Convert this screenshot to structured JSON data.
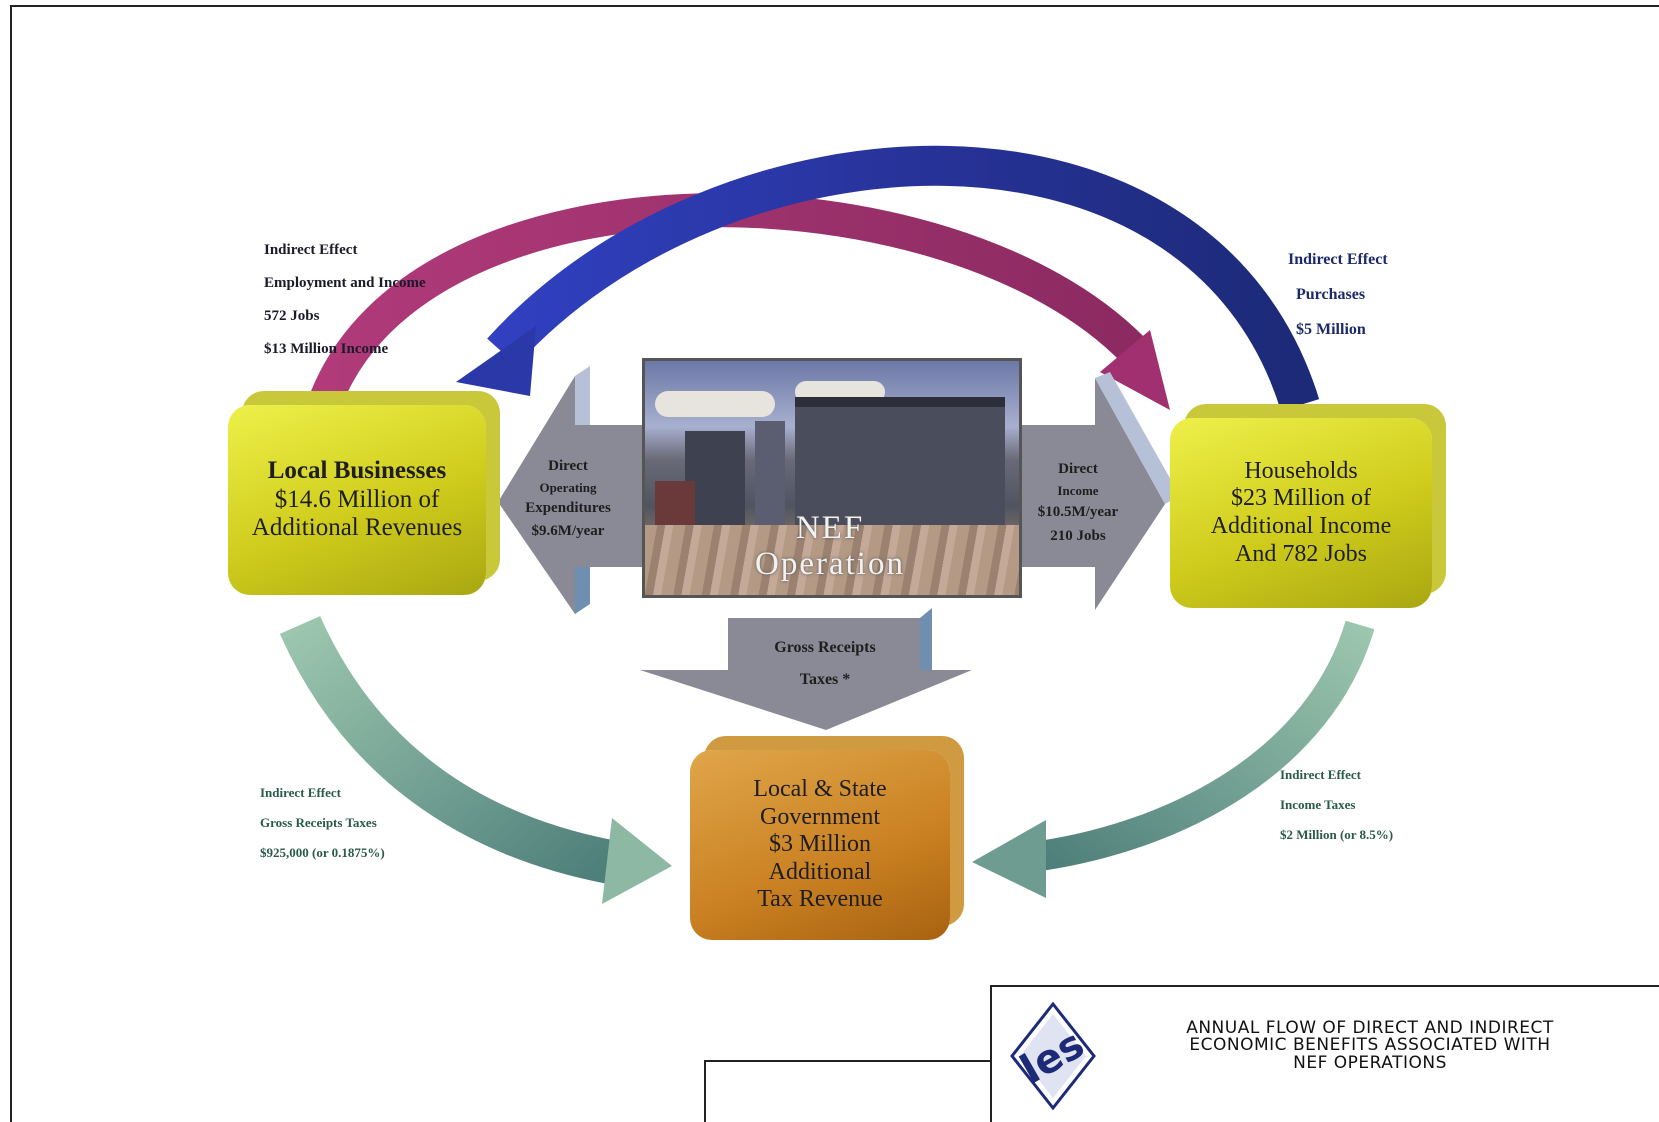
{
  "nodes": {
    "local_businesses": {
      "line1": "Local Businesses",
      "line2": "$14.6 Million of",
      "line3": "Additional Revenues"
    },
    "households": {
      "line1": "Households",
      "line2": "$23 Million of",
      "line3": "Additional Income",
      "line4": "And 782 Jobs"
    },
    "government": {
      "line1": "Local & State",
      "line2": "Government",
      "line3": "$3 Million",
      "line4": "Additional",
      "line5": "Tax Revenue"
    },
    "nef": {
      "line1": "NEF",
      "line2": "Operation"
    }
  },
  "flows": {
    "direct_operating": {
      "line1": "Direct",
      "line2": "Operating",
      "line3": "Expenditures",
      "line4": "$9.6M/year"
    },
    "direct_income": {
      "line1": "Direct",
      "line2": "Income",
      "line3": "$10.5M/year",
      "line4": "210 Jobs"
    },
    "gross_receipts": {
      "line1": "Gross Receipts",
      "line2": "Taxes *"
    }
  },
  "notes": {
    "indirect_employment": {
      "line1": "Indirect Effect",
      "line2": "Employment and Income",
      "line3": "572 Jobs",
      "line4": "$13 Million Income"
    },
    "indirect_purchases": {
      "line1": "Indirect Effect",
      "line2": "Purchases",
      "line3": "$5 Million"
    },
    "indirect_gross_receipts": {
      "line1": "Indirect Effect",
      "line2": "Gross Receipts Taxes",
      "line3": "$925,000 (or 0.1875%)"
    },
    "indirect_income_tax": {
      "line1": "Indirect Effect",
      "line2": "Income Taxes",
      "line3": "$2 Million (or 8.5%)"
    }
  },
  "title_block": {
    "logo_text": "les",
    "title_line1": "ANNUAL FLOW OF DIRECT AND INDIRECT",
    "title_line2": "ECONOMIC BENEFITS ASSOCIATED WITH",
    "title_line3": "NEF OPERATIONS"
  },
  "colors": {
    "block_yellow": "#d8d628",
    "block_orange": "#c98022",
    "arrow_magenta": "#a0306e",
    "arrow_blue": "#2b38a8",
    "arrow_green": "#7aa59a",
    "arrow_gray": "#8a8a96"
  }
}
